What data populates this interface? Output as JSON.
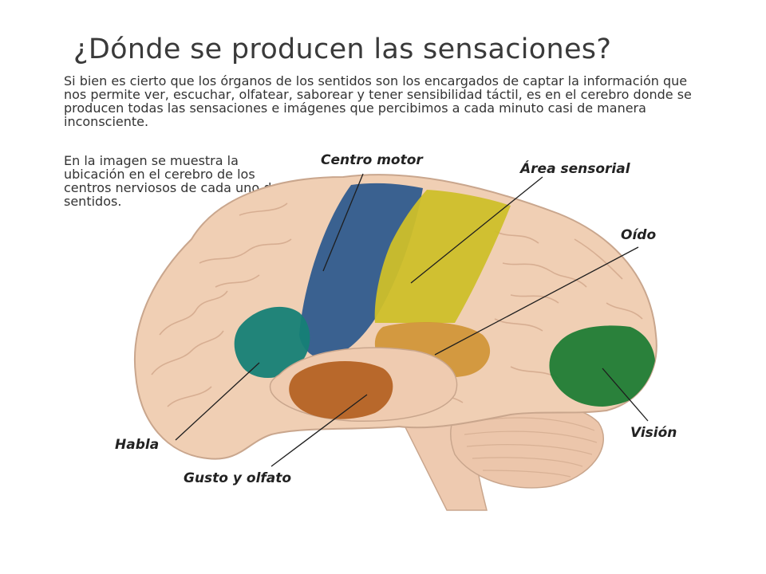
{
  "title": "¿Dónde se producen las sensaciones?",
  "paragraph1": "Si bien es cierto que los órganos de los sentidos son los encargados de captar la información que nos permite ver, escuchar, olfatear, saborear y tener sensibilidad táctil, es en el cerebro donde se producen todas las sensaciones e imágenes que percibimos a cada minuto casi de manera inconsciente.",
  "paragraph2": "En la imagen se muestra la ubicación en el cerebro de los centros nerviosos de cada uno de los sentidos.",
  "labels": {
    "centro_motor": "Centro motor",
    "area_sensorial": "Área sensorial",
    "oido": "Oído",
    "vision": "Visión",
    "habla": "Habla",
    "gusto_olfato": "Gusto y olfato"
  },
  "colors": {
    "brain": "#f0cfb4",
    "brain_outline": "#c9a68d",
    "centro_motor": "#2f5b8e",
    "area_sensorial": "#cdbf2a",
    "oido": "#d1963a",
    "vision": "#1f7c35",
    "habla": "#157f76",
    "gusto_olfato": "#b3601f"
  }
}
